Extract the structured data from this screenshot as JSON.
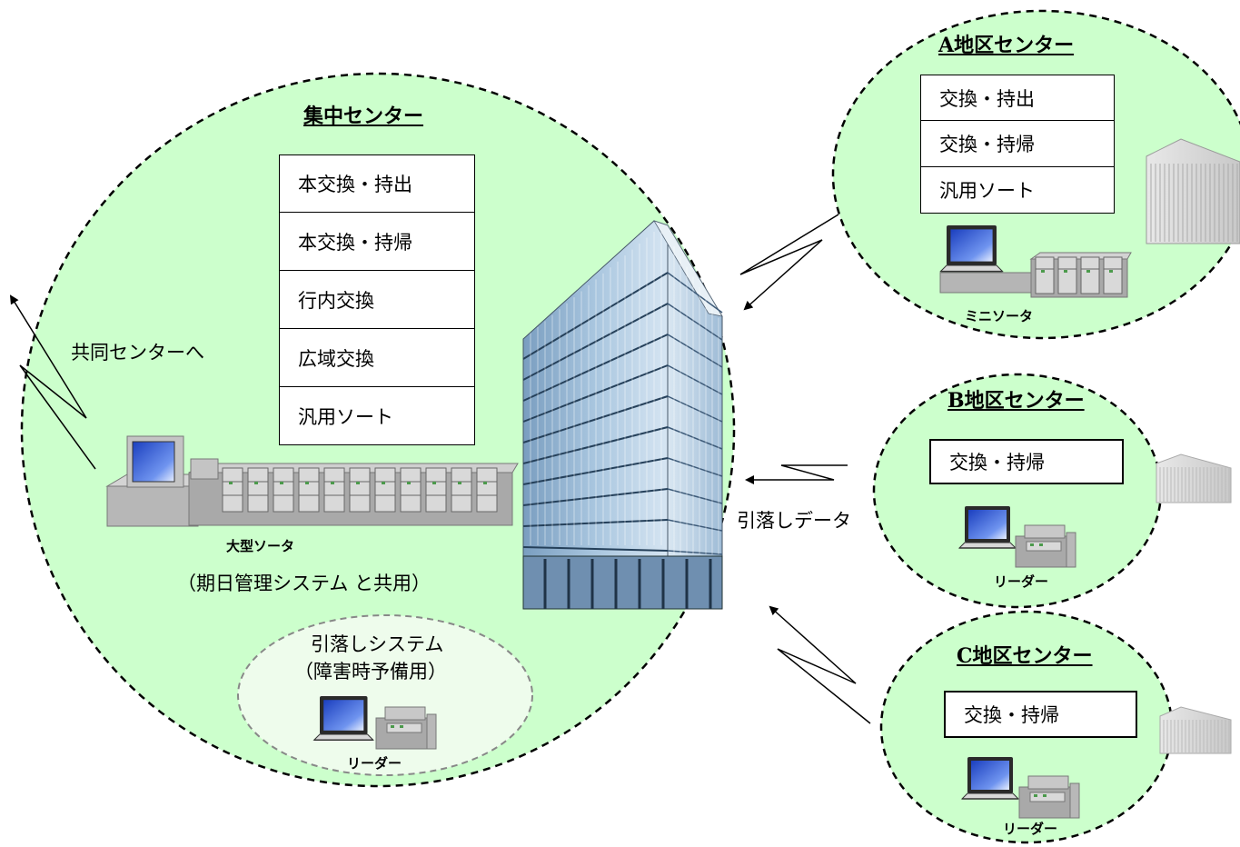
{
  "central": {
    "title": "集中センター",
    "functions": [
      "本交換・持出",
      "本交換・持帰",
      "行内交換",
      "広域交換",
      "汎用ソート"
    ],
    "to_joint_center": "共同センターへ",
    "sorter_label": "大型ソータ",
    "shared_note": "（期日管理システム と共用）",
    "backup": {
      "title_line1": "引落しシステム",
      "title_line2": "（障害時予備用）",
      "device_label": "リーダー"
    },
    "debit_data_label": "引落しデータ"
  },
  "regions": [
    {
      "title": "A地区センター",
      "functions": [
        "交換・持出",
        "交換・持帰",
        "汎用ソート"
      ],
      "device_label": "ミニソータ"
    },
    {
      "title": "B地区センター",
      "functions": [
        "交換・持帰"
      ],
      "device_label": "リーダー"
    },
    {
      "title": "C地区センター",
      "functions": [
        "交換・持帰"
      ],
      "device_label": "リーダー"
    }
  ],
  "colors": {
    "circle_fill": "#ccffcc",
    "circle_stroke": "#000000",
    "backup_fill": "#eefcec",
    "backup_stroke": "#888888",
    "laptop_screen": "#2f5fd6",
    "machine_gray": "#a8a8a8",
    "building_glass": "#8fb4d4"
  },
  "icons": {
    "building": "office-building-icon",
    "laptop": "laptop-computer-icon",
    "sorter": "check-sorter-machine-icon",
    "arrow": "lightning-arrow-icon"
  }
}
